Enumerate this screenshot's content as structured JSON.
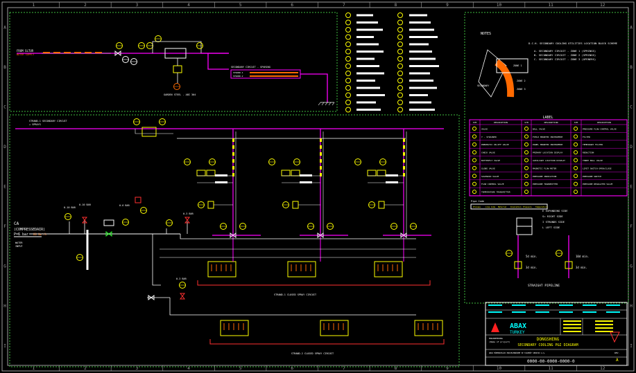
{
  "colors": {
    "background": "#000000",
    "frame": "#a0a0a0",
    "zone": "#3fbf3f",
    "pipe_magenta": "#ff00ff",
    "pipe_white": "#ffffff",
    "instrument_yellow": "#ffff00",
    "equipment_orange": "#ff6a00",
    "valve_red": "#ff3030",
    "valve_green": "#30ff30",
    "cyan": "#00ffff",
    "brand_red": "#ff2020"
  },
  "border": {
    "cols": [
      "1",
      "2",
      "3",
      "4",
      "5",
      "6",
      "7",
      "8",
      "9",
      "10",
      "11",
      "12"
    ],
    "rows": [
      "A",
      "B",
      "C",
      "D",
      "E",
      "F",
      "G",
      "H",
      "I"
    ]
  },
  "upper_line": {
    "source_label": "FROM SLTUR",
    "source_sub": "WATER SUPPLY",
    "secondary_circuit": "SECONDARY CIRCUIT - SPARING",
    "strand1": "STRAND-1",
    "strand2": "STRAND-2",
    "garden": "GARDEN STEEL - ABI 304"
  },
  "main": {
    "strand_header": "STRAND-1 SECONDARY CIRCUIT",
    "strand_header2": "+ SPRAYS",
    "ca_label": "CA",
    "ca_sub": "(COMPRESSEDAIR)",
    "ca_pressure": "P=6 bar",
    "ca_flow": "80 Nm³/h",
    "water_label": "WATER",
    "water_sub": "INPUT",
    "gauge1": "0-10 BAR",
    "gauge2": "0-10 BAR",
    "gauge3": "0-6 BAR",
    "gauge4": "0-3 BAR",
    "gauge5": "0-3 BAR",
    "circuit1": "STRAND-1 CLOSED SPRAY CIRCUIT",
    "circuit2": "STRAND-2 CLOSED SPRAY CIRCUIT"
  },
  "notes": {
    "title": "NOTES",
    "schema_title": "D.C.H. SECONDARY COOLING UTILITIES LOCATION BLOCK SCHEME",
    "items": [
      "A- SECONDARY CIRCUIT - ZONE 1 (SPRINGS)",
      "B- SECONDARY CIRCUIT - ZONE 2 (SPRINGS)",
      "C- SECONDARY CIRCUIT - ZONE 3 (OPENERS)"
    ],
    "zone1": "ZONE 1",
    "zone2": "ZONE 2",
    "zone3": "ZONE 3",
    "secondary_label": "SECONDARY"
  },
  "legend": {
    "title": "LABEL",
    "headers": [
      "SYM",
      "DESCRIPTION",
      "SYM",
      "DESCRIPTION",
      "SYM",
      "DESCRIPTION"
    ],
    "rows": [
      [
        "VALVE",
        "BALL VALVE",
        "PRESSURE FLOW CONTROL VALVE"
      ],
      [
        "Y - STRAINER",
        "FIELD MOUNTED INSTRUMENT",
        "FILTER"
      ],
      [
        "PNEUMATIC ON-OFF VALVE",
        "PANEL MOUNTED INSTRUMENT",
        "TEMPORARY FILTER"
      ],
      [
        "CHECK VALVE",
        "PRIMARY LOCATION DISPLAY",
        "REDUCTION"
      ],
      [
        "BUTTERFLY VALVE",
        "AUXILIARY LOCATION DISPLAY",
        "THREE BALL VALVE"
      ],
      [
        "GLOBE VALVE",
        "MAGNETIC FLOW METER",
        "LIMIT SWITCH OPEN/CLOSE"
      ],
      [
        "SOLENOID VALVE",
        "PRESSURE INDICATION",
        "PRESSURE SWITCH"
      ],
      [
        "FLOW CONTROL VALVE",
        "PRESSURE TRANSMITTER",
        "PRESSURE REGULATED VALVE"
      ],
      [
        "TEMPERATURE TRANSMITTER",
        "",
        ""
      ]
    ],
    "pipe_code_title": "Pipe Code",
    "pipe_codes": [
      "Process",
      "Line Code",
      "Material",
      "Insulation",
      "Pressure",
      "Temperature"
    ]
  },
  "sides": {
    "items": [
      "E  EXPANDING SIDE",
      "S=  RIGHT SIDE",
      "I  STRANDS SIDE",
      "L  LEFT SIDE"
    ]
  },
  "pipeline": {
    "label": "STRAIGHT PIPELINE",
    "d1": "5d min.",
    "d2": "3d min.",
    "d3": "10d min.",
    "d4": "3d min."
  },
  "title_block": {
    "brand": "ABAX",
    "brand_sub": "TURKEY",
    "project": "DONGSHENG",
    "drawing_title": "SECONDARY COOLING P&I DIAGRAM",
    "engineering": "ENGINEERING",
    "name_label": "(Name of project)",
    "company": "ABAX MÜHENDİSLİK PROJELENDİRME VE TAAHHÜT SERVİSİ A.Ş.",
    "drawing_no": "0000-00-0000-0000-0",
    "rev_label": "REV.",
    "rev_value": "A"
  }
}
